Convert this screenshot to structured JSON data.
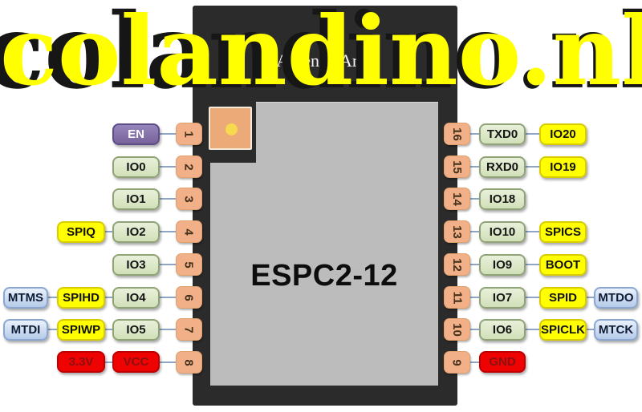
{
  "watermark": {
    "text": "colandino.nl"
  },
  "chip": {
    "name": "ESPC2-12",
    "antenna_label": "Antenna Area"
  },
  "left_pins": [
    {
      "pin": "1",
      "signal": "EN"
    },
    {
      "pin": "2",
      "signal": "IO0"
    },
    {
      "pin": "3",
      "signal": "IO1"
    },
    {
      "pin": "4",
      "signal": "IO2",
      "alt": "SPIQ"
    },
    {
      "pin": "5",
      "signal": "IO3"
    },
    {
      "pin": "6",
      "signal": "IO4",
      "alt": "SPIHD",
      "alt2": "MTMS"
    },
    {
      "pin": "7",
      "signal": "IO5",
      "alt": "SPIWP",
      "alt2": "MTDI"
    },
    {
      "pin": "8",
      "signal": "VCC",
      "alt": "3.3V"
    }
  ],
  "right_pins": [
    {
      "pin": "16",
      "signal": "TXD0",
      "alt": "IO20"
    },
    {
      "pin": "15",
      "signal": "RXD0",
      "alt": "IO19"
    },
    {
      "pin": "14",
      "signal": "IO18"
    },
    {
      "pin": "13",
      "signal": "IO10",
      "alt": "SPICS"
    },
    {
      "pin": "12",
      "signal": "IO9",
      "alt": "BOOT"
    },
    {
      "pin": "11",
      "signal": "IO7",
      "alt": "SPID",
      "alt2": "MTDO"
    },
    {
      "pin": "10",
      "signal": "IO6",
      "alt": "SPICLK",
      "alt2": "MTCK"
    },
    {
      "pin": "9",
      "signal": "GND"
    }
  ],
  "colors": {
    "watermark_text": "#FFFF00",
    "watermark_shadow": "#161616",
    "chip_body": "#2b2b2b",
    "chip_inner": "#bcbcbc",
    "pin_pad": "#f2b088",
    "antenna_pad": "#edaa79",
    "antenna_dot": "#f6d94e",
    "io_green": "#dce8c8",
    "function_yellow": "#ffff00",
    "jtag_blue": "#cfdff4",
    "enable_purple": "#8874b0",
    "power_red": "#ee0202",
    "wire": "#8fa5c6"
  }
}
